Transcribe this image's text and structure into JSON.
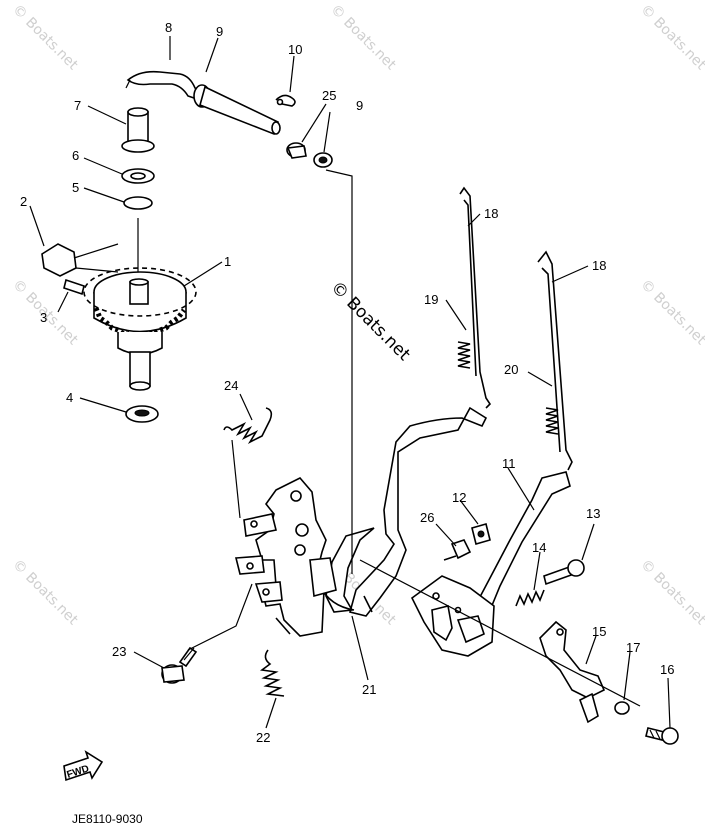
{
  "watermark": "© Boats.net",
  "drawing_code": "JE8110-9030",
  "fwd_label": "FWD",
  "callouts": {
    "c1": "1",
    "c2": "2",
    "c3": "3",
    "c4": "4",
    "c5": "5",
    "c6": "6",
    "c7": "7",
    "c8": "8",
    "c9a": "9",
    "c9b": "9",
    "c10": "10",
    "c11": "11",
    "c12": "12",
    "c13": "13",
    "c14": "14",
    "c15": "15",
    "c16": "16",
    "c17": "17",
    "c18a": "18",
    "c18b": "18",
    "c19": "19",
    "c20": "20",
    "c21": "21",
    "c22": "22",
    "c23": "23",
    "c24": "24",
    "c25": "25",
    "c26": "26"
  }
}
